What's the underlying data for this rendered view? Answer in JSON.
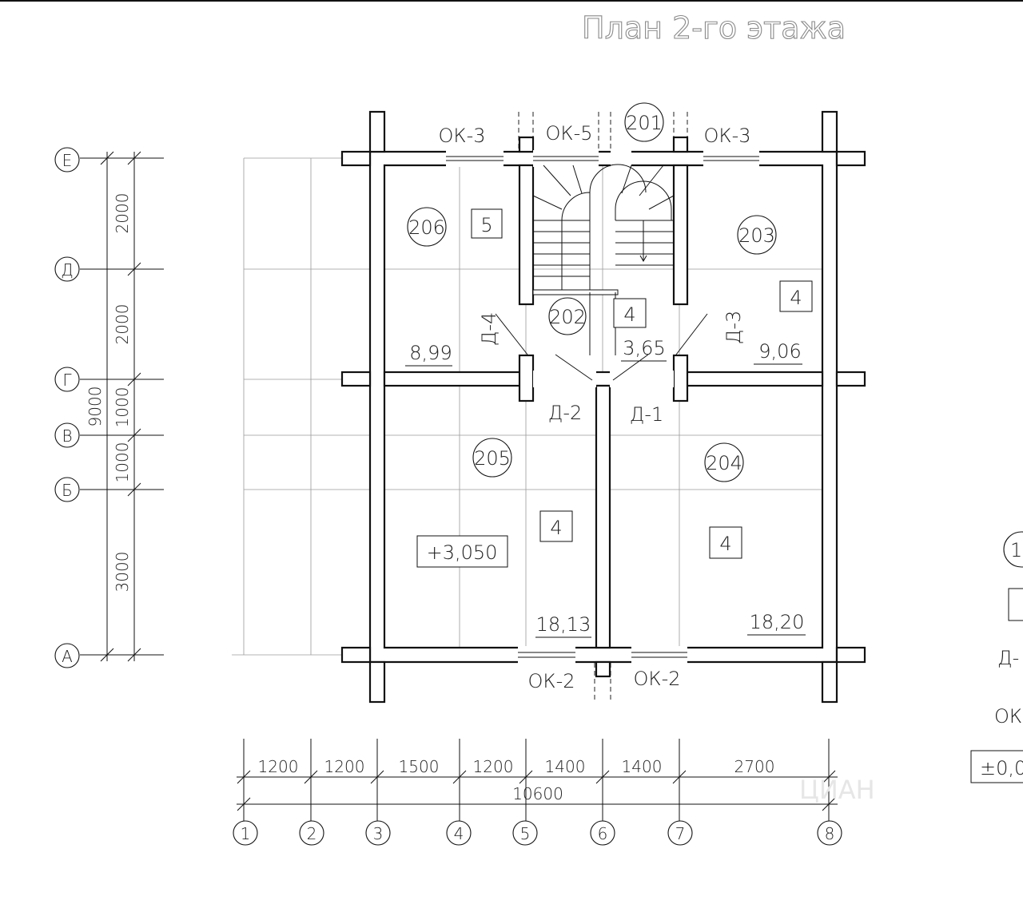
{
  "title": "План 2-го этажа",
  "axes_rows": [
    {
      "label": "Е"
    },
    {
      "label": "Д"
    },
    {
      "label": "Г"
    },
    {
      "label": "В"
    },
    {
      "label": "Б"
    },
    {
      "label": "А"
    }
  ],
  "axes_cols": [
    {
      "label": "1"
    },
    {
      "label": "2"
    },
    {
      "label": "3"
    },
    {
      "label": "4"
    },
    {
      "label": "5"
    },
    {
      "label": "6"
    },
    {
      "label": "7"
    },
    {
      "label": "8"
    }
  ],
  "dims_vertical": [
    "2000",
    "2000",
    "1000",
    "1000",
    "3000"
  ],
  "dim_vertical_total": "9000",
  "dims_horizontal": [
    "1200",
    "1200",
    "1500",
    "1200",
    "1400",
    "1400",
    "2700"
  ],
  "dim_horizontal_total": "10600",
  "rooms": [
    {
      "number": "206",
      "area": "8,99",
      "finish": "5"
    },
    {
      "number": "202",
      "area": "3,65",
      "finish": "4"
    },
    {
      "number": "203",
      "area": "9,06",
      "finish": "4"
    },
    {
      "number": "205",
      "area": "18,13",
      "finish": "4"
    },
    {
      "number": "204",
      "area": "18,20",
      "finish": "4"
    }
  ],
  "stair_number": "201",
  "level_mark": "+3,050",
  "windows": [
    "ОК-3",
    "ОК-5",
    "ОК-3",
    "ОК-2",
    "ОК-2"
  ],
  "doors": [
    "Д-4",
    "Д-3",
    "Д-2",
    "Д-1"
  ],
  "legend_partial": {
    "bubble": "1(",
    "door": "Д-",
    "window": "ОК",
    "level": "±0,0"
  },
  "watermark": "ЦИАН"
}
